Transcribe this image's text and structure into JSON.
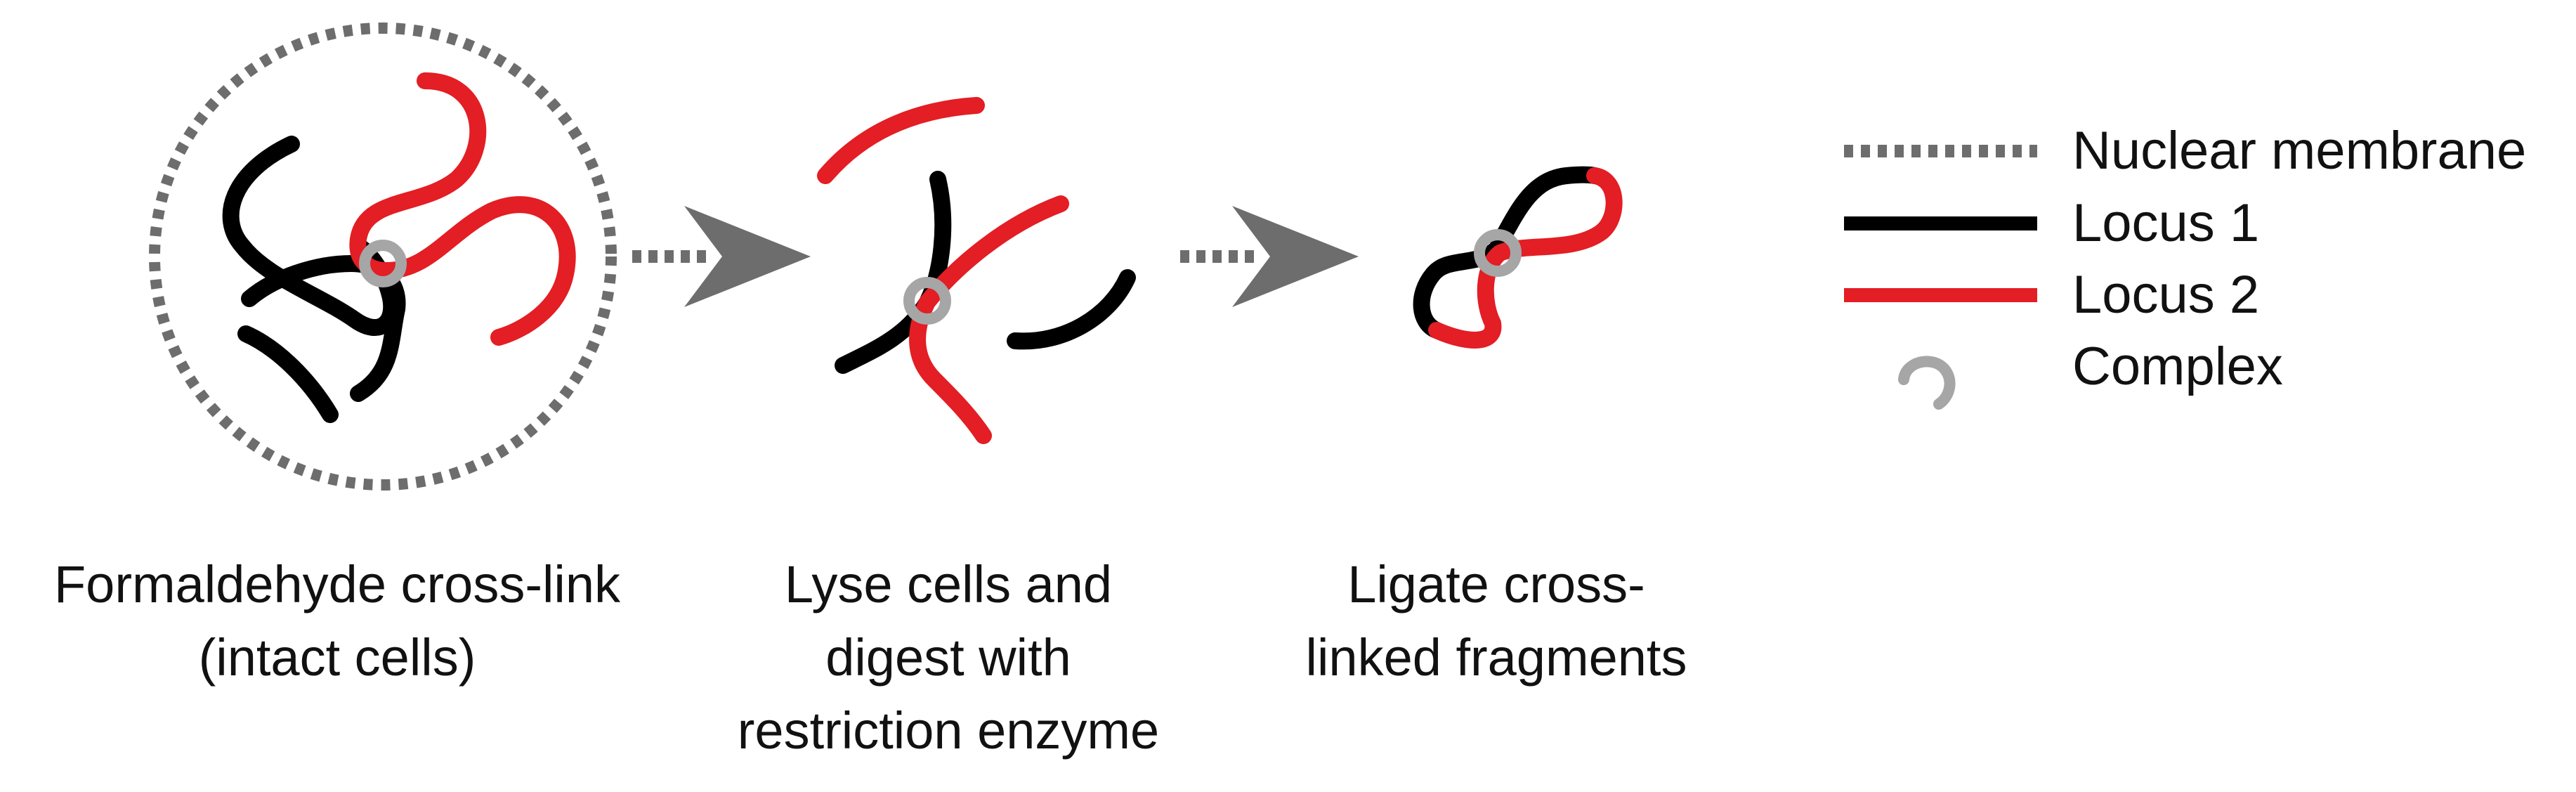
{
  "steps": [
    {
      "caption_lines": [
        "Formaldehyde cross-link",
        "(intact cells)"
      ]
    },
    {
      "caption_lines": [
        "Lyse cells and",
        "digest with",
        "restriction enzyme"
      ]
    },
    {
      "caption_lines": [
        "Ligate cross-",
        "linked fragments"
      ]
    }
  ],
  "legend": [
    {
      "label": "Nuclear membrane",
      "symbol": "dotted-line",
      "color": "#6d6d6d"
    },
    {
      "label": "Locus 1",
      "symbol": "solid-line",
      "color": "#000000"
    },
    {
      "label": "Locus 2",
      "symbol": "solid-line",
      "color": "#e31e24"
    },
    {
      "label": "Complex",
      "symbol": "ring-icon",
      "color": "#a6a6a6"
    }
  ],
  "colors": {
    "membrane": "#6d6d6d",
    "locus1": "#000000",
    "locus2": "#e31e24",
    "complex": "#a6a6a6",
    "arrow": "#6d6d6d"
  }
}
